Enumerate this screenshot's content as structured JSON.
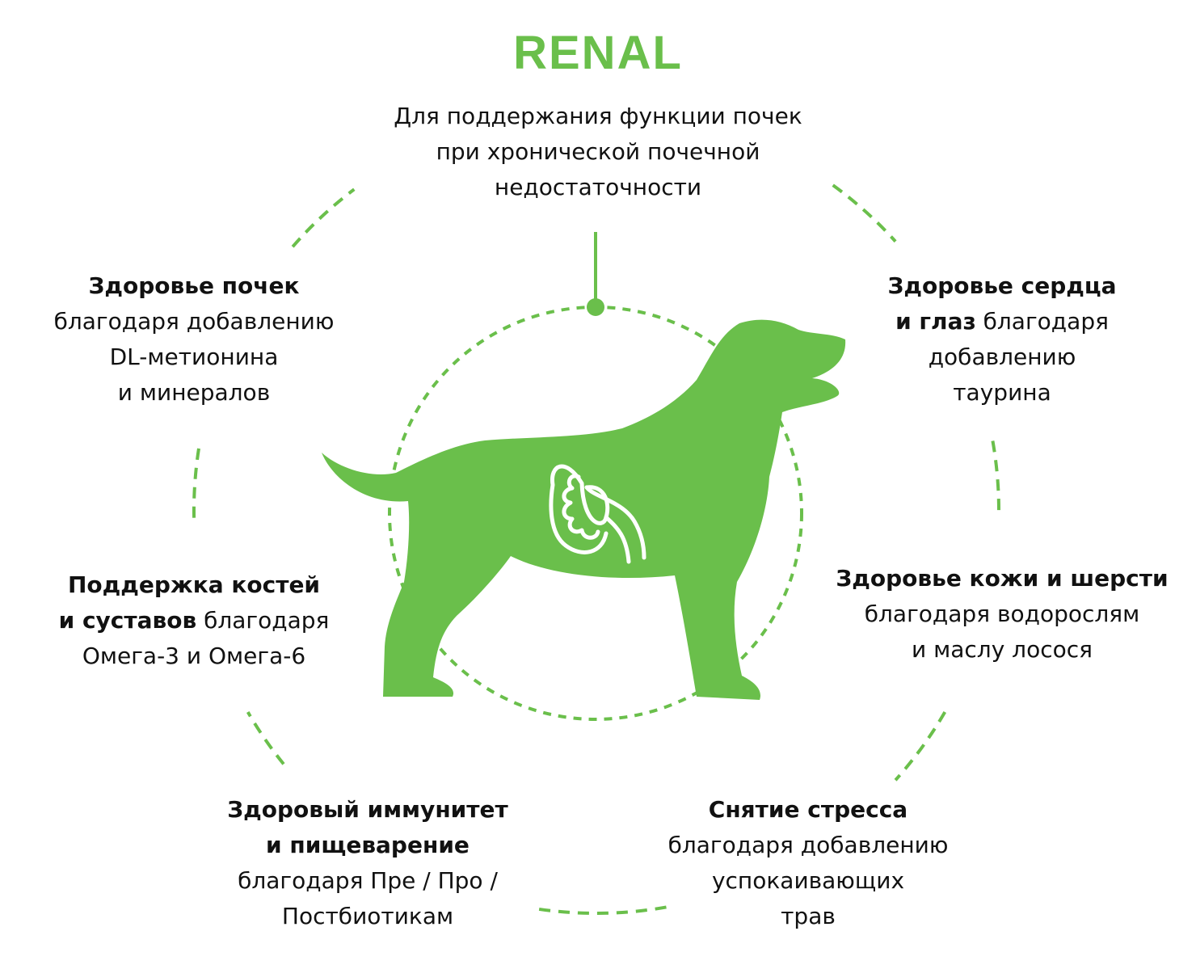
{
  "title": "RENAL",
  "subtitle": [
    "Для поддержания функции почек",
    "при хронической почечной",
    "недостаточности"
  ],
  "colors": {
    "accent": "#6abf4b",
    "text": "#111111"
  },
  "benefits": [
    {
      "bold": [
        "Здоровье почек"
      ],
      "rest": [
        "благодаря добавлению",
        "DL-метионина",
        "и минералов"
      ]
    },
    {
      "bold": [
        "Здоровье сердца",
        "и глаз"
      ],
      "rest": [
        " благодаря",
        "добавлению",
        "таурина"
      ]
    },
    {
      "bold": [
        "Поддержка костей",
        "и суставов"
      ],
      "rest": [
        " благодаря",
        "Омега-3 и Омега-6"
      ]
    },
    {
      "bold": [
        "Здоровье кожи и шерсти"
      ],
      "rest": [
        "благодаря водорослям",
        "и маслу лосося"
      ]
    },
    {
      "bold": [
        "Здоровый иммунитет",
        "и пищеварение"
      ],
      "rest": [
        "благодаря Пре / Про /",
        "Постбиотикам"
      ]
    },
    {
      "bold": [
        "Снятие стресса"
      ],
      "rest": [
        "благодаря добавлению",
        "успокаивающих",
        "трав"
      ]
    }
  ],
  "icons": [
    "dog-silhouette",
    "kidney-icon"
  ]
}
